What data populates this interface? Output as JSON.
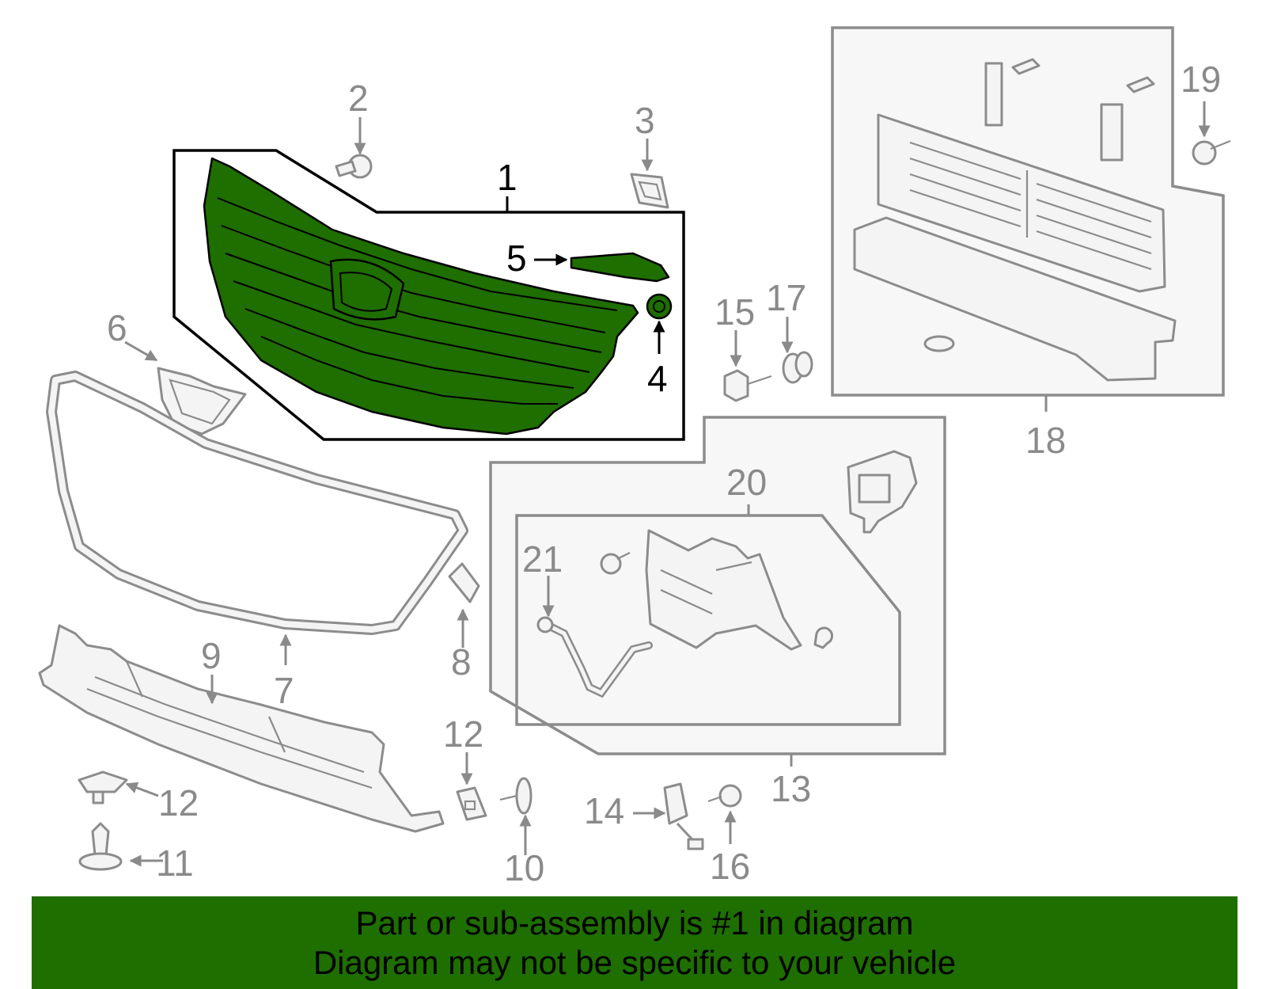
{
  "callouts": {
    "c1": "1",
    "c2": "2",
    "c3": "3",
    "c4": "4",
    "c5": "5",
    "c6": "6",
    "c7": "7",
    "c8": "8",
    "c9": "9",
    "c10": "10",
    "c11": "11",
    "c12a": "12",
    "c12b": "12",
    "c13": "13",
    "c14": "14",
    "c15": "15",
    "c16": "16",
    "c17": "17",
    "c18": "18",
    "c19": "19",
    "c20": "20",
    "c21": "21"
  },
  "banner": {
    "line1": "Part or sub-assembly is #1 in diagram",
    "line2": "Diagram may not be specific to your vehicle"
  },
  "colors": {
    "highlight": "#1e6e00",
    "line": "#8c8c8c",
    "banner": "#1e6e00"
  }
}
